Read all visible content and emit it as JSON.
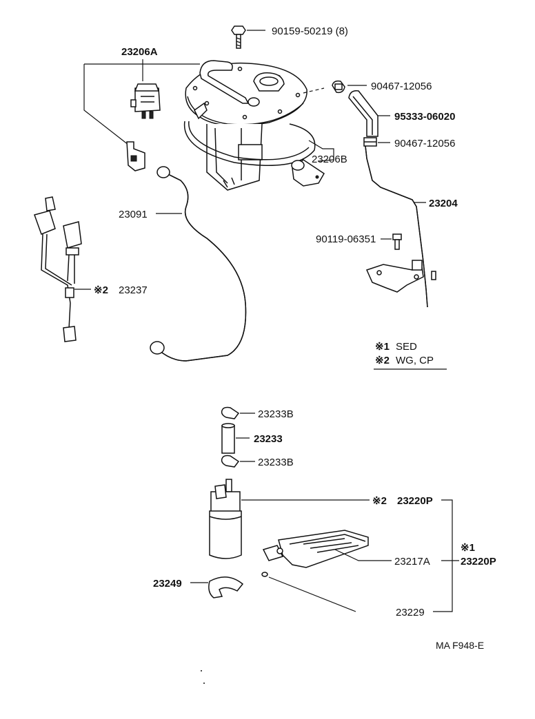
{
  "parts": {
    "p90159": "90159-50219 (8)",
    "p23206A": "23206A",
    "p90467_top": "90467-12056",
    "p95333": "95333-06020",
    "p90467_bot": "90467-12056",
    "p23206B": "23206B",
    "p23091": "23091",
    "p23204": "23204",
    "p90119": "90119-06351",
    "p23237": "23237",
    "p23233B_top": "23233B",
    "p23233": "23233",
    "p23233B_bot": "23233B",
    "p23220P_2": "23220P",
    "p23217A": "23217A",
    "p23220P_1": "23220P",
    "p23249": "23249",
    "p23229": "23229"
  },
  "legend": {
    "mark1": "※1",
    "mark1_text": "SED",
    "mark2": "※2",
    "mark2_text": "WG, CP"
  },
  "footer": {
    "code": "MA  F948-E"
  }
}
